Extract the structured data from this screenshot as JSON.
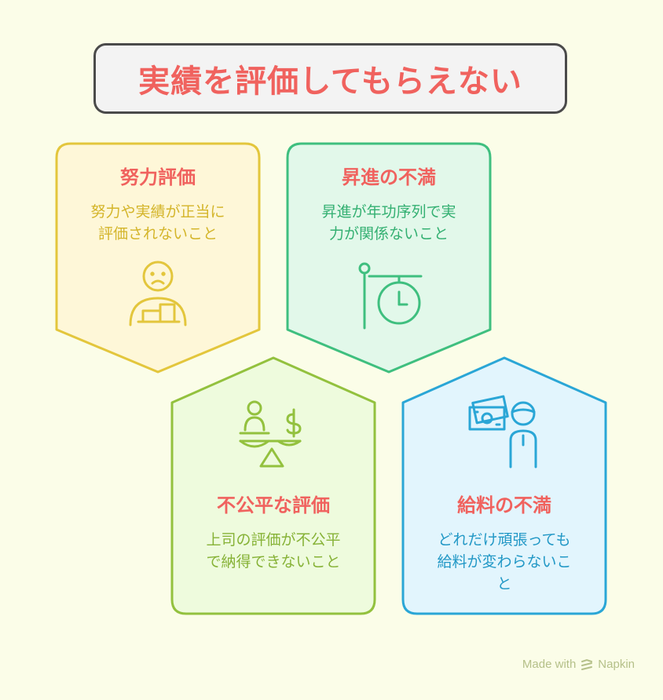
{
  "title": "実績を評価してもらえない",
  "cards": [
    {
      "title": "努力評価",
      "desc_line1": "努力や実績が正当に",
      "desc_line2": "評価されないこと",
      "icon": "frown-person-blocks-icon",
      "color": "#e3c63c"
    },
    {
      "title": "昇進の不満",
      "desc_line1": "昇進が年功序列で実",
      "desc_line2": "力が関係ないこと",
      "icon": "sign-clock-icon",
      "color": "#3fbf7f"
    },
    {
      "title": "不公平な評価",
      "desc_line1": "上司の評価が不公平",
      "desc_line2": "で納得できないこと",
      "icon": "unbalanced-scale-icon",
      "color": "#93c13e"
    },
    {
      "title": "給料の不満",
      "desc_line1": "どれだけ頑張っても",
      "desc_line2": "給料が変わらないこ",
      "desc_line3": "と",
      "icon": "money-person-icon",
      "color": "#2aa6d6"
    }
  ],
  "footer": {
    "made_with": "Made with",
    "brand": "Napkin"
  }
}
